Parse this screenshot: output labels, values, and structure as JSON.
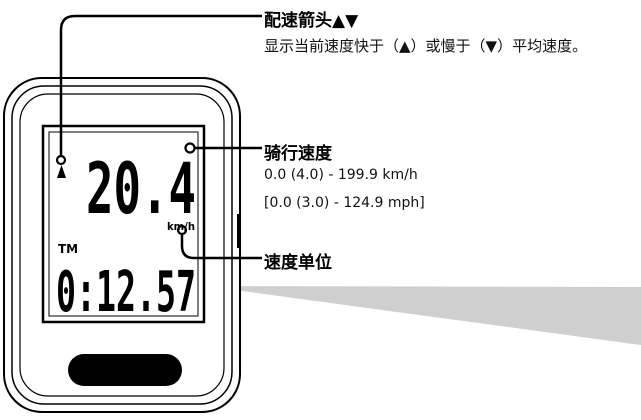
{
  "display": {
    "current_speed": "20.4",
    "speed_unit": "km/h",
    "tm_label": "TM",
    "trip_time": "0:12.57"
  },
  "callouts": {
    "pace_arrow": {
      "title": "配速箭头▲▼",
      "description": "显示当前速度快于（▲）或慢于（▼）平均速度。"
    },
    "riding_speed": {
      "title": "骑行速度",
      "range_kmh": "0.0 (4.0) - 199.9 km/h",
      "range_mph": "[0.0 (3.0) - 124.9 mph]"
    },
    "speed_unit": {
      "title": "速度单位"
    }
  }
}
